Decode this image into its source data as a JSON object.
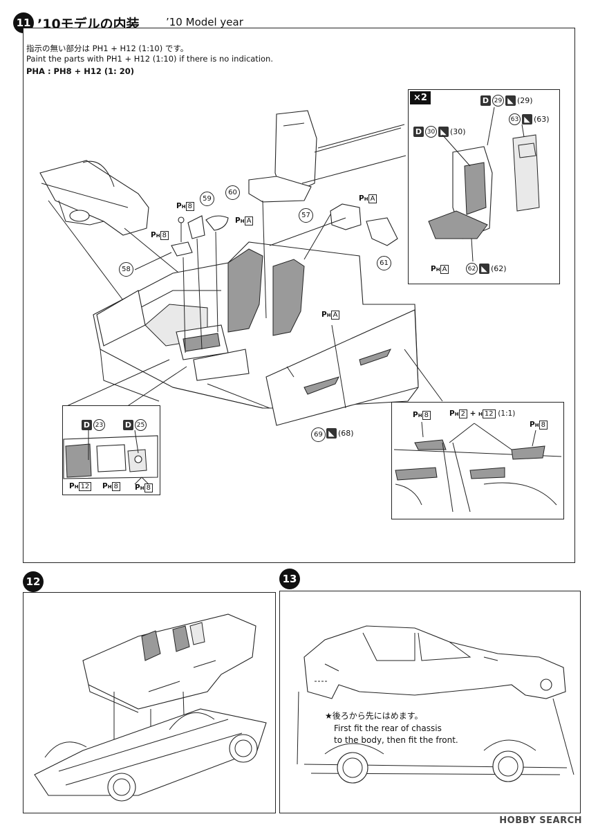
{
  "step11": {
    "number": "11",
    "title_jp": "’10モデルの内装",
    "title_en": "’10 Model year",
    "note_jp": "指示の無い部分は PH1 + H12 (1:10) です。",
    "note_en": "Paint the parts with PH1 + H12 (1:10) if there is no indication.",
    "color_def": "PHA : PH8 + H12 (1: 20)",
    "parts": {
      "p57": "57",
      "p58": "58",
      "p59": "59",
      "p60": "60",
      "p61": "61",
      "p62": "62",
      "p63": "63",
      "p69": "69"
    },
    "labels": {
      "ph8_shifter": "8",
      "ph8_ebrake": "8",
      "pha_rearseat": "A",
      "pha_seat": "A",
      "pha_body": "A",
      "pha_inset": "A",
      "x2": "×2",
      "d29": "29",
      "d29b": "(29)",
      "d30": "30",
      "d30b": "(30)",
      "p63b": "(63)",
      "p62b": "(62)",
      "p68b": "(68)"
    },
    "console_inset": {
      "d23": "23",
      "d25": "25",
      "ph12": "12",
      "ph8a": "8",
      "ph8b": "8"
    },
    "door_inset": {
      "ph8_left": "8",
      "ph2_h12": "2",
      "h12": "12",
      "ratio": "(1:1)",
      "ph8_right": "8"
    }
  },
  "step12": {
    "number": "12"
  },
  "step13": {
    "number": "13",
    "note_jp": "★後ろから先にはめます。",
    "note_en_1": "First fit the rear of chassis",
    "note_en_2": "to the body, then fit the front."
  },
  "watermark": "HOBBY SEARCH"
}
